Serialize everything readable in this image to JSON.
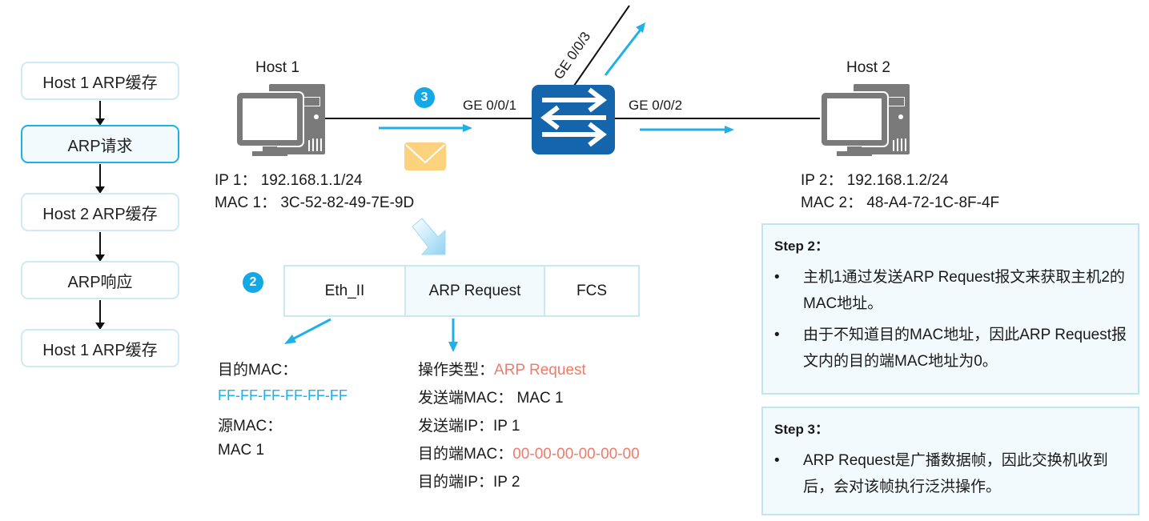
{
  "flow": {
    "steps": [
      {
        "label": "Host 1 ARP缓存",
        "active": false
      },
      {
        "label": "ARP请求",
        "active": true
      },
      {
        "label": "Host 2 ARP缓存",
        "active": false
      },
      {
        "label": "ARP响应",
        "active": false
      },
      {
        "label": "Host 1 ARP缓存",
        "active": false
      }
    ]
  },
  "topology": {
    "host1": {
      "name": "Host 1",
      "ip": "IP 1：  192.168.1.1/24",
      "mac": "MAC 1：  3C-52-82-49-7E-9D"
    },
    "host2": {
      "name": "Host 2",
      "ip": "IP 2：  192.168.1.2/24",
      "mac": "MAC 2：  48-A4-72-1C-8F-4F"
    },
    "ports": {
      "p1": "GE 0/0/1",
      "p2": "GE 0/0/2",
      "p3": "GE 0/0/3"
    },
    "step_badge": "3"
  },
  "frame": {
    "badge": "2",
    "cells": [
      "Eth_II",
      "ARP Request",
      "FCS"
    ]
  },
  "eth_fields": {
    "dst_label": "目的MAC：",
    "dst_value": "FF-FF-FF-FF-FF-FF",
    "src_label": "源MAC：",
    "src_value": "MAC 1"
  },
  "arp_fields": {
    "op_label": "操作类型：",
    "op_value": "ARP Request",
    "sender_mac": "发送端MAC：  MAC 1",
    "sender_ip": "发送端IP：IP 1",
    "target_mac_label": "目的端MAC：",
    "target_mac_value": "00-00-00-00-00-00",
    "target_ip": "目的端IP：IP 2"
  },
  "steps": {
    "step2": {
      "title": "Step 2：",
      "bullets": [
        "主机1通过发送ARP Request报文来获取主机2的MAC地址。",
        "由于不知道目的MAC地址，因此ARP Request报文内的目的端MAC地址为0。"
      ]
    },
    "step3": {
      "title": "Step 3：",
      "bullets": [
        "ARP Request是广播数据帧，因此交换机收到后，会对该帧执行泛洪操作。"
      ]
    },
    "bullet_char": "•"
  },
  "colors": {
    "accent": "#14a9e6",
    "switch": "#1565ad",
    "highlight_red": "#ef7b6b",
    "envelope": "#fdd27f",
    "host_gray": "#7a7a7a"
  }
}
